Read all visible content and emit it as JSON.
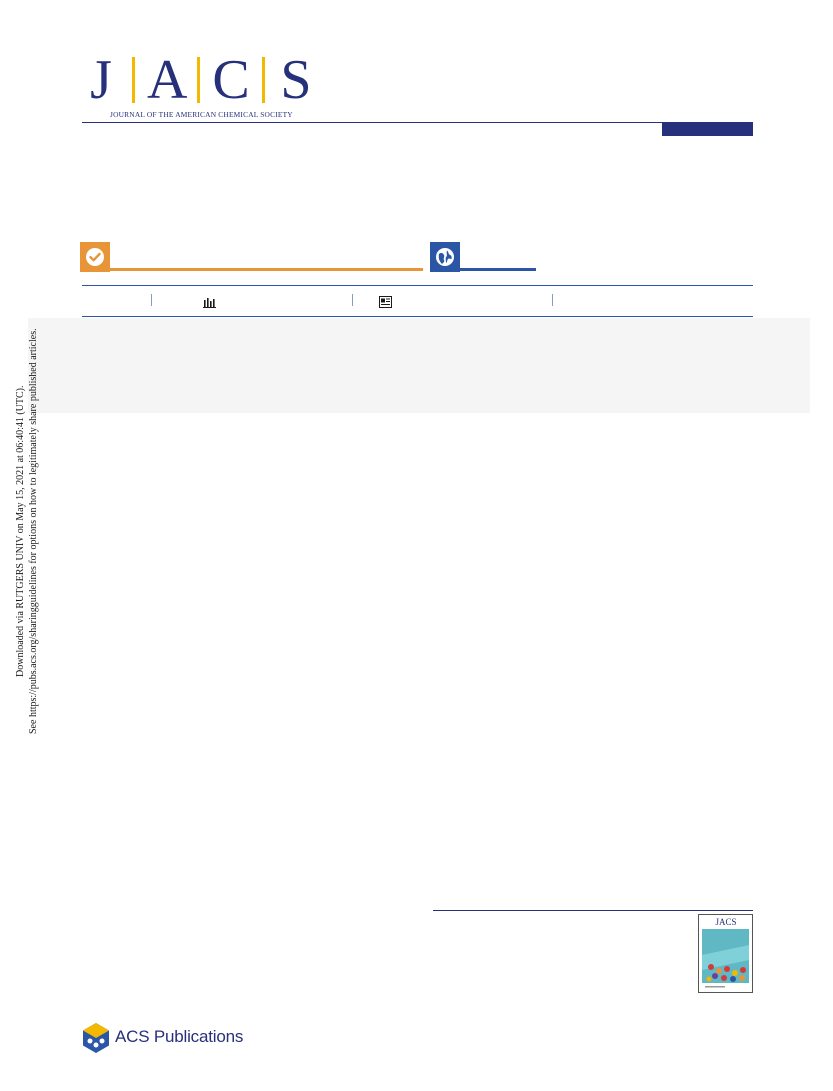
{
  "journal": {
    "letters": [
      "J",
      "A",
      "C",
      "S"
    ],
    "full_name": "JOURNAL OF THE AMERICAN CHEMICAL SOCIETY"
  },
  "colors": {
    "brand_navy": "#27307a",
    "brand_gold": "#f2b900",
    "editors_choice_orange": "#e8953a",
    "open_access_blue": "#2b56a6",
    "abstract_background": "#f5f5f5"
  },
  "icons": {
    "editors_choice": "checkmark-circle-icon",
    "open_access": "globe-icon",
    "metrics": "bar-chart-icon",
    "recommendations": "article-recommendations-icon"
  },
  "side_notice": {
    "line1": "Downloaded via RUTGERS UNIV on May 15, 2021 at 06:40:41 (UTC).",
    "line2": "See https://pubs.acs.org/sharingguidelines for options on how to legitimately share published articles."
  },
  "publisher": {
    "name": "ACS Publications"
  }
}
